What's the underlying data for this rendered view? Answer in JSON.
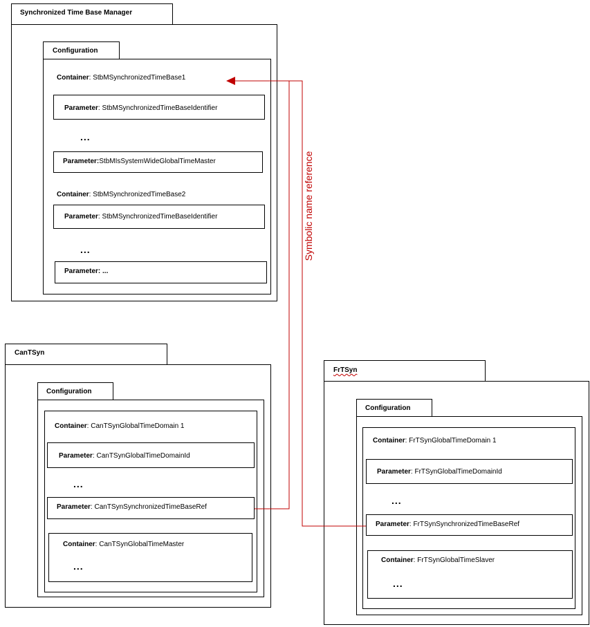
{
  "colors": {
    "reference_line": "#c00000",
    "border": "#000000"
  },
  "stbm": {
    "title": "Synchronized Time Base Manager",
    "config_label": "Configuration",
    "container1": {
      "key": "Container",
      "value": ": StbMSynchronizedTimeBase1"
    },
    "param1": {
      "key": "Parameter",
      "value": ": StbMSynchronizedTimeBaseIdentifier"
    },
    "dots1": "...",
    "param2": {
      "key": "Parameter:",
      "value": "StbMIsSystemWideGlobalTimeMaster"
    },
    "container2": {
      "key": "Container",
      "value": ": StbMSynchronizedTimeBase2"
    },
    "param3": {
      "key": "Parameter",
      "value": ": StbMSynchronizedTimeBaseIdentifier"
    },
    "dots2": "...",
    "param4": {
      "key": "Parameter: ...",
      "value": ""
    }
  },
  "reference_label": "Symbolic name reference",
  "cantsyn": {
    "title": "CanTSyn",
    "config_label": "Configuration",
    "container1": {
      "key": "Container",
      "value": ": CanTSynGlobalTimeDomain 1"
    },
    "param1": {
      "key": "Parameter",
      "value": ": CanTSynGlobalTimeDomainId"
    },
    "dots1": "...",
    "param2": {
      "key": "Parameter",
      "value": ": CanTSynSynchronizedTimeBaseRef"
    },
    "container2": {
      "key": "Container",
      "value": ": CanTSynGlobalTimeMaster"
    },
    "dots2": "..."
  },
  "frtsyn": {
    "title": "FrTSyn",
    "config_label": "Configuration",
    "container1": {
      "key": "Container",
      "value": ": FrTSynGlobalTimeDomain 1"
    },
    "param1": {
      "key": "Parameter",
      "value": ": FrTSynGlobalTimeDomainId"
    },
    "dots1": "...",
    "param2": {
      "key": "Parameter",
      "value": ": FrTSynSynchronizedTimeBaseRef"
    },
    "container2": {
      "key": "Container",
      "value": ": FrTSynGlobalTimeSlaver"
    },
    "dots2": "..."
  }
}
